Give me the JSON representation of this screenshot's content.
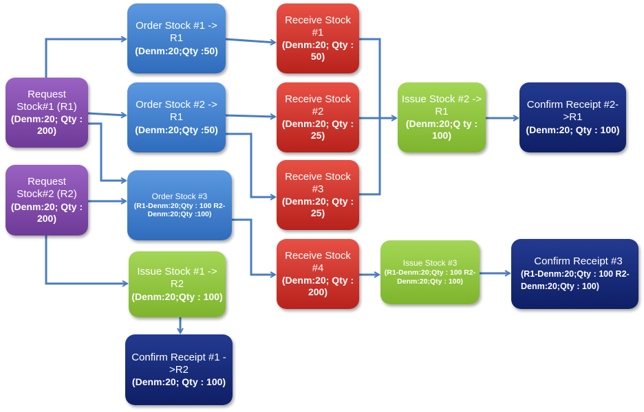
{
  "colors": {
    "arrow": "#4a7cc0",
    "request": "#7a44a6",
    "order": "#3a7ac8",
    "receive": "#cc2e26",
    "issue": "#8cc43c",
    "confirm": "#1a2c78"
  },
  "nodes": {
    "request1": {
      "title": "Request Stock#1 (R1)",
      "detail": "(Denm:20; Qty : 200)"
    },
    "request2": {
      "title": "Request Stock#2 (R2)",
      "detail": "(Denm:20; Qty : 200)"
    },
    "order1": {
      "title": "Order Stock #1 -> R1",
      "detail": "(Denm:20;Qty :50)"
    },
    "order2": {
      "title": "Order Stock #2 -> R1",
      "detail": "(Denm:20;Qty :50)"
    },
    "order3": {
      "title": "Order Stock #3",
      "detail": "(R1-Denm:20;Qty : 100 R2-Denm:20;Qty :100)"
    },
    "issue1": {
      "title": "Issue Stock #1 -> R2",
      "detail": "(Denm:20;Qty : 100)"
    },
    "confirm1": {
      "title": "Confirm Receipt #1 ->R2",
      "detail": "(Denm:20; Qty : 100)"
    },
    "receive1": {
      "title": "Receive Stock #1",
      "detail": "(Denm:20; Qty : 50)"
    },
    "receive2": {
      "title": "Receive Stock #2",
      "detail": "(Denm:20; Qty : 25)"
    },
    "receive3": {
      "title": "Receive Stock #3",
      "detail": "(Denm:20; Qty : 25)"
    },
    "receive4": {
      "title": "Receive Stock #4",
      "detail": "(Denm:20; Qty : 200)"
    },
    "issue2": {
      "title": "Issue Stock #2 -> R1",
      "detail": "(Denm:20;Q ty : 100)"
    },
    "confirm2": {
      "title": "Confirm Receipt #2->R1",
      "detail": "(Denm:20; Qty : 100)"
    },
    "issue3": {
      "title": "Issue Stock #3",
      "detail": "(R1-Denm:20;Qty : 100 R2- Denm:20;Qty : 100)"
    },
    "confirm3": {
      "title": "Confirm Receipt #3",
      "detail": "(R1-Denm:20;Qty : 100 R2-Denm:20;Qty : 100)"
    }
  }
}
